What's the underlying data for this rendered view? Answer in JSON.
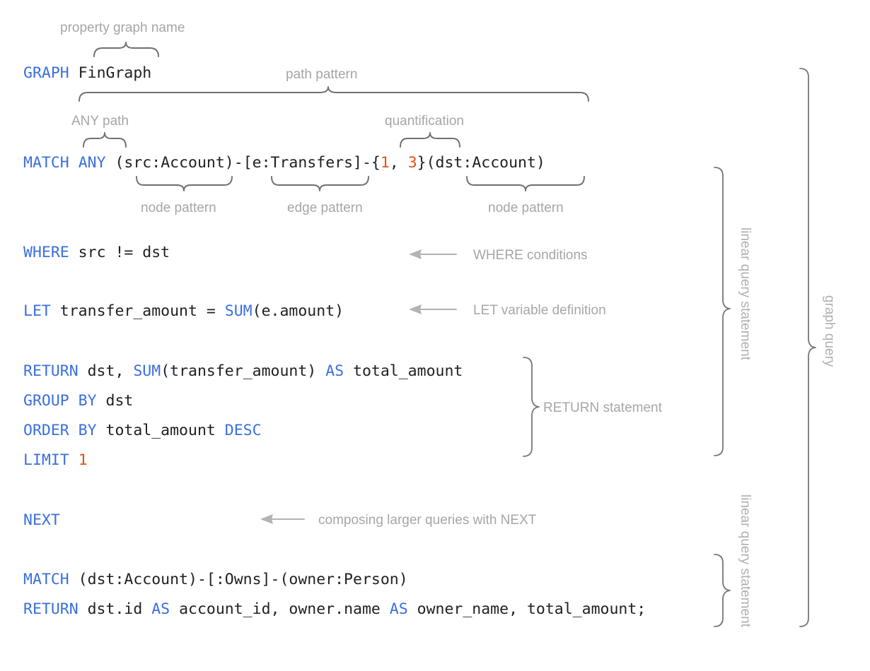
{
  "document": {
    "title": "GQL graph query annotated syntax diagram",
    "background": "#ffffff",
    "colors": {
      "keyword": "#3b6fe0",
      "literal": "#e8500f",
      "code_text": "#202124",
      "annotation": "#a6a6a6",
      "brace": "#6f6f6f"
    }
  },
  "code_lines": [
    {
      "id": "graph",
      "segments": [
        {
          "t": "GRAPH",
          "k": "kw"
        },
        {
          "t": " FinGraph",
          "k": ""
        }
      ]
    },
    {
      "id": "match1",
      "segments": [
        {
          "t": "MATCH",
          "k": "kw"
        },
        {
          "t": " ",
          "k": ""
        },
        {
          "t": "ANY",
          "k": "kw"
        },
        {
          "t": " (src:Account)-[e:Transfers]-{",
          "k": ""
        },
        {
          "t": "1",
          "k": "num"
        },
        {
          "t": ", ",
          "k": ""
        },
        {
          "t": "3",
          "k": "num"
        },
        {
          "t": "}(dst:Account)",
          "k": ""
        }
      ]
    },
    {
      "id": "where",
      "segments": [
        {
          "t": "WHERE",
          "k": "kw"
        },
        {
          "t": " src != dst",
          "k": ""
        }
      ]
    },
    {
      "id": "let",
      "segments": [
        {
          "t": "LET",
          "k": "kw"
        },
        {
          "t": " transfer_amount = ",
          "k": ""
        },
        {
          "t": "SUM",
          "k": "kw"
        },
        {
          "t": "(e.amount)",
          "k": ""
        }
      ]
    },
    {
      "id": "return1",
      "segments": [
        {
          "t": "RETURN",
          "k": "kw"
        },
        {
          "t": " dst, ",
          "k": ""
        },
        {
          "t": "SUM",
          "k": "kw"
        },
        {
          "t": "(transfer_amount) ",
          "k": ""
        },
        {
          "t": "AS",
          "k": "kw"
        },
        {
          "t": " total_amount",
          "k": ""
        }
      ]
    },
    {
      "id": "groupby",
      "segments": [
        {
          "t": "GROUP BY",
          "k": "kw"
        },
        {
          "t": " dst",
          "k": ""
        }
      ]
    },
    {
      "id": "orderby",
      "segments": [
        {
          "t": "ORDER BY",
          "k": "kw"
        },
        {
          "t": " total_amount ",
          "k": ""
        },
        {
          "t": "DESC",
          "k": "kw"
        }
      ]
    },
    {
      "id": "limit",
      "segments": [
        {
          "t": "LIMIT",
          "k": "kw"
        },
        {
          "t": " ",
          "k": ""
        },
        {
          "t": "1",
          "k": "num"
        }
      ]
    },
    {
      "id": "next",
      "segments": [
        {
          "t": "NEXT",
          "k": "kw"
        }
      ]
    },
    {
      "id": "match2",
      "segments": [
        {
          "t": "MATCH",
          "k": "kw"
        },
        {
          "t": " (dst:Account)-[:Owns]-(owner:Person)",
          "k": ""
        }
      ]
    },
    {
      "id": "return2",
      "segments": [
        {
          "t": "RETURN",
          "k": "kw"
        },
        {
          "t": " dst.id ",
          "k": ""
        },
        {
          "t": "AS",
          "k": "kw"
        },
        {
          "t": " account_id, owner.name ",
          "k": ""
        },
        {
          "t": "AS",
          "k": "kw"
        },
        {
          "t": " owner_name, total_amount;",
          "k": ""
        }
      ]
    }
  ],
  "annotations": {
    "property_graph_name": "property graph name",
    "path_pattern": "path pattern",
    "any_path": "ANY path",
    "quantification": "quantification",
    "node_pattern_left": "node pattern",
    "edge_pattern": "edge pattern",
    "node_pattern_right": "node pattern",
    "where_conditions": "WHERE conditions",
    "let_variable_definition": "LET variable definition",
    "return_statement": "RETURN statement",
    "composing_next": "composing larger queries with NEXT",
    "linear_query_statement_1": "linear query statement",
    "linear_query_statement_2": "linear query statement",
    "graph_query": "graph query"
  }
}
